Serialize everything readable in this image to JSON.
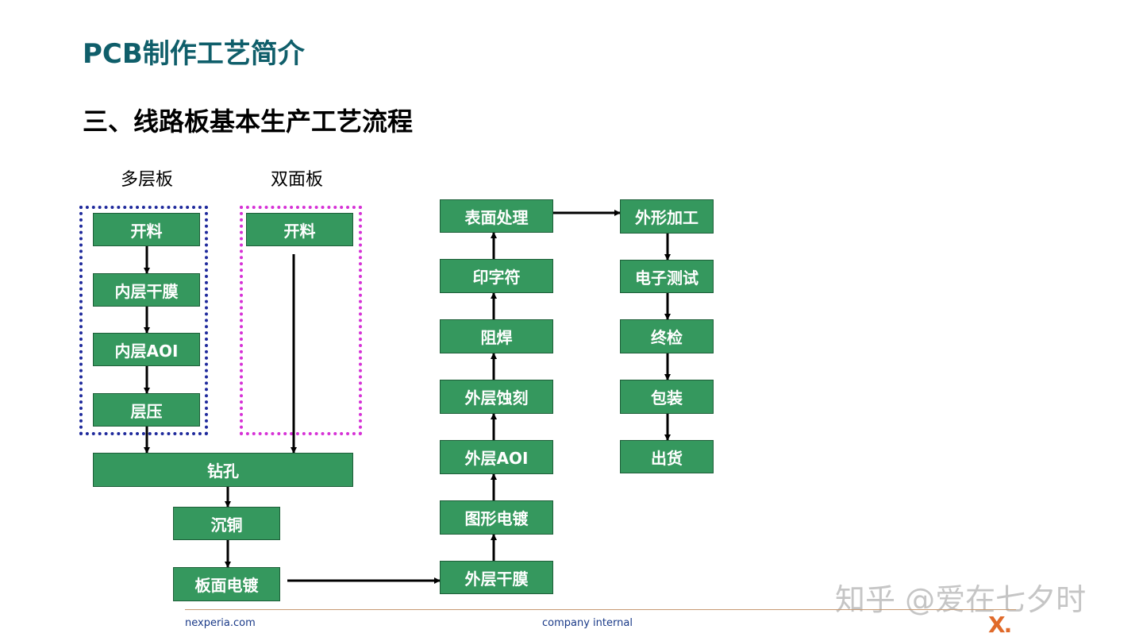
{
  "slide": {
    "title": "PCB制作工艺简介",
    "subtitle": "三、线路板基本生产工艺流程"
  },
  "diagram": {
    "group_multilayer": {
      "label": "多层板",
      "border_color": "#1f2a9c"
    },
    "group_double": {
      "label": "双面板",
      "border_color": "#d632d6"
    },
    "box_color": "#35985e",
    "steps": {
      "ml_cut": "开料",
      "ml_inner_dry": "内层干膜",
      "ml_inner_aoi": "内层AOI",
      "ml_press": "层压",
      "ds_cut": "开料",
      "drill": "钻孔",
      "pth": "沉铜",
      "panel_plate": "板面电镀",
      "outer_dry": "外层干膜",
      "pattern_plate": "图形电镀",
      "outer_aoi": "外层AOI",
      "outer_etch": "外层蚀刻",
      "solder_mask": "阻焊",
      "silkscreen": "印字符",
      "surface_finish": "表面处理",
      "profile": "外形加工",
      "e_test": "电子测试",
      "fqc": "终检",
      "packing": "包装",
      "ship": "出货"
    }
  },
  "footer": {
    "left": "nexperia.com",
    "center": "company internal",
    "logo": "X."
  },
  "watermark": "知乎 @爱在七夕时"
}
